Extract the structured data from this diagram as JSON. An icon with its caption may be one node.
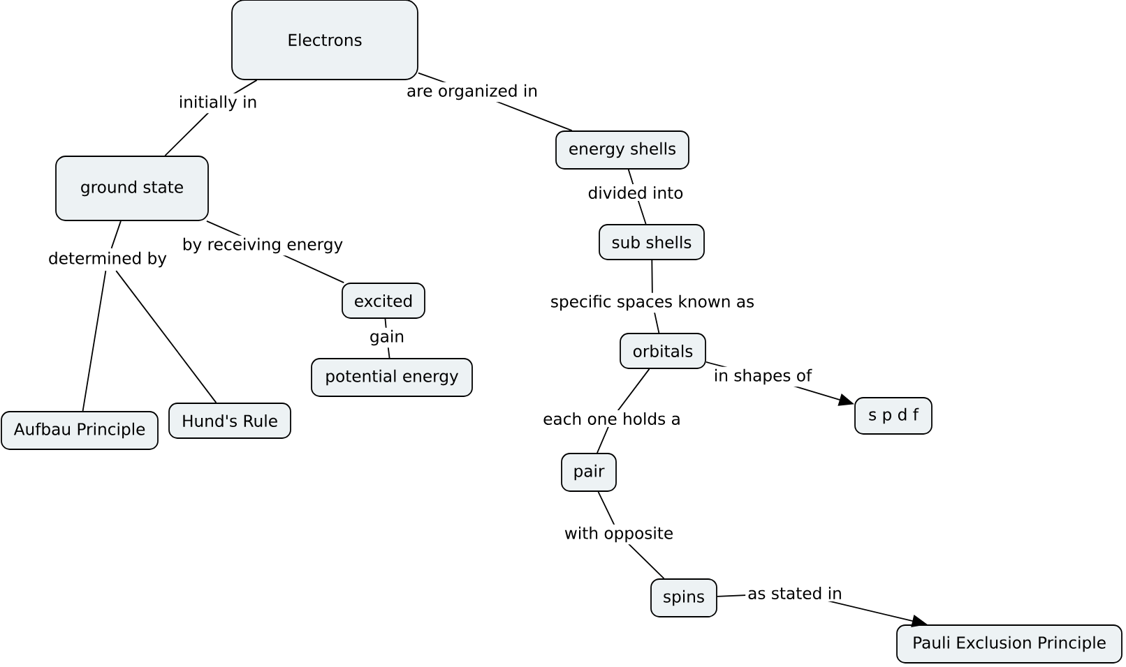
{
  "diagram": {
    "nodes": [
      {
        "text": [
          "Electrons"
        ]
      },
      {
        "text": [
          "energy shells"
        ]
      },
      {
        "text": [
          "ground state"
        ]
      },
      {
        "text": [
          "sub shells"
        ]
      },
      {
        "text": [
          "determined by"
        ]
      },
      {
        "text": [
          "excited"
        ]
      },
      {
        "text": [
          "orbitals"
        ]
      },
      {
        "text": [
          "potential energy"
        ]
      },
      {
        "text": [
          "s p d f"
        ]
      },
      {
        "text": [
          "Hund's Rule"
        ]
      },
      {
        "text": [
          "Aufbau Principle"
        ]
      },
      {
        "text": [
          "pair"
        ]
      },
      {
        "text": [
          "spins"
        ]
      },
      {
        "text": [
          "Pauli Exclusion Principle"
        ]
      }
    ],
    "edges": [
      {
        "from": 0,
        "to": 2,
        "arrow": "none",
        "label": "initially in"
      },
      {
        "from": 0,
        "to": 1,
        "arrow": "none",
        "label": "are organized in"
      },
      {
        "from": 2,
        "to": 4,
        "arrow": "none"
      },
      {
        "from": 4,
        "to": 10,
        "arrow": "none"
      },
      {
        "from": 4,
        "to": 9,
        "arrow": "none"
      },
      {
        "from": 2,
        "to": 5,
        "arrow": "none",
        "label": "by receiving energy"
      },
      {
        "from": 5,
        "to": 7,
        "arrow": "none",
        "label": "gain"
      },
      {
        "from": 1,
        "to": 3,
        "arrow": "none",
        "label": "divided into"
      },
      {
        "from": 3,
        "to": 6,
        "arrow": "none",
        "label": "specific spaces known as"
      },
      {
        "from": 6,
        "to": 8,
        "arrow": "to",
        "label": "in shapes of"
      },
      {
        "from": 6,
        "to": 11,
        "arrow": "none",
        "label": "each one holds a"
      },
      {
        "from": 11,
        "to": 12,
        "arrow": "none",
        "label": "with opposite"
      },
      {
        "from": 12,
        "to": 13,
        "arrow": "to",
        "label": "as stated in"
      }
    ]
  }
}
